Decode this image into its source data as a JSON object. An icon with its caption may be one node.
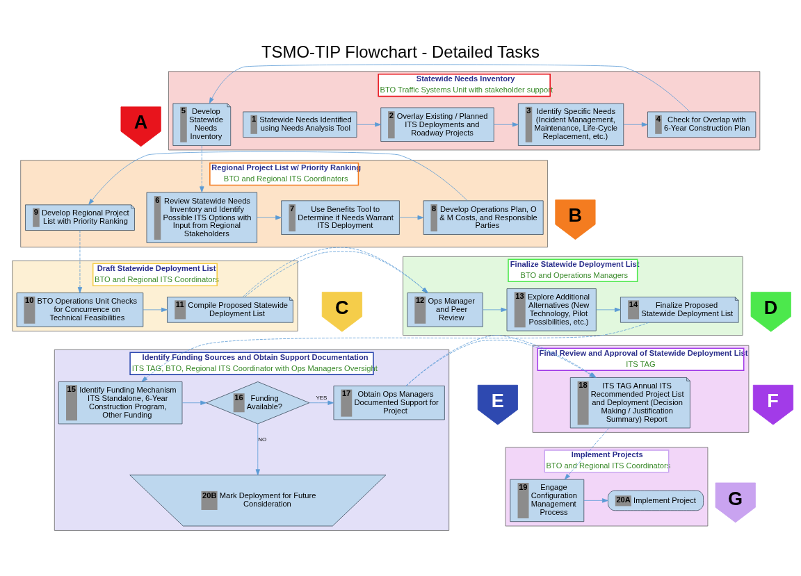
{
  "diagram": {
    "title": "TSMO-TIP Flowchart - Detailed Tasks",
    "nodes": [
      {
        "text": [
          "A"
        ]
      },
      {
        "text": [
          "Statewide Needs Inventory",
          "BTO Traffic Systems Unit with stakeholder support"
        ]
      },
      {
        "text": [
          "1",
          "Statewide Needs Identified using Needs Analysis Tool"
        ],
        "in": 1
      },
      {
        "text": [
          "2",
          "Overlay Existing / Planned ITS Deployments and Roadway Projects"
        ],
        "in": 1
      },
      {
        "text": [
          "3",
          "Identify Specific Needs (Incident Management, Maintenance, Life-Cycle Replacement, etc.)"
        ],
        "in": 1
      },
      {
        "text": [
          "4",
          "Check for Overlap with 6-Year Construction Plan"
        ],
        "in": 1
      },
      {
        "text": [
          "5",
          "Develop Statewide Needs Inventory"
        ],
        "in": 1
      },
      {
        "text": [
          "B"
        ]
      },
      {
        "text": [
          "Regional Project List w/ Priority Ranking",
          "BTO and Regional ITS Coordinators"
        ]
      },
      {
        "text": [
          "6",
          "Review Statewide Needs Inventory and Identify Possible ITS Options with Input from Regional Stakeholders"
        ],
        "in": 8
      },
      {
        "text": [
          "7",
          "Use Benefits Tool to Determine if Needs Warrant ITS Deployment"
        ],
        "in": 8
      },
      {
        "text": [
          "8",
          "Develop Operations Plan, O & M Costs, and Responsible Parties"
        ],
        "in": 8
      },
      {
        "text": [
          "9",
          "Develop Regional Project List with Priority Ranking"
        ],
        "in": 8
      },
      {
        "text": [
          "C"
        ]
      },
      {
        "text": [
          "Draft Statewide Deployment List",
          "BTO and Regional ITS Coordinators"
        ]
      },
      {
        "text": [
          "10",
          "BTO Operations Unit Checks for Concurrence on Technical Feasibilities"
        ],
        "in": 14
      },
      {
        "text": [
          "11",
          "Compile Proposed Statewide Deployment List"
        ],
        "in": 14
      },
      {
        "text": [
          "Finalize Statewide Deployment List",
          "BTO and Operations Managers"
        ]
      },
      {
        "text": [
          "12",
          "Ops Manager and Peer Review"
        ],
        "in": 17
      },
      {
        "text": [
          "13",
          "Explore Additional Alternatives (New Technology, Pilot Possibilities, etc.)"
        ],
        "in": 17
      },
      {
        "text": [
          "14",
          "Finalize Proposed Statewide Deployment List"
        ],
        "in": 17
      },
      {
        "text": [
          "D"
        ]
      },
      {
        "text": [
          "E"
        ]
      },
      {
        "text": [
          "Identify Funding Sources and Obtain Support Documentation",
          "ITS TAG, BTO, Regional ITS Coordinator with Ops Managers Oversight"
        ]
      },
      {
        "text": [
          "15",
          "Identify Funding Mechanism ITS Standalone, 6-Year Construction Program, Other Funding"
        ],
        "in": 23
      },
      {
        "text": [
          "16",
          "Funding Available?"
        ],
        "in": 23
      },
      {
        "text": [
          "17",
          "Obtain Ops Managers Documented Support for Project"
        ],
        "in": 23
      },
      {
        "text": [
          "20B",
          "Mark Deployment for Future Consideration"
        ],
        "in": 23
      },
      {
        "text": [
          "Final Review and Approval of Statewide Deployment List",
          "ITS TAG"
        ]
      },
      {
        "text": [
          "18",
          "ITS TAG Annual ITS Recommended Project List and Deployment (Decision Making / Justification Summary) Report"
        ],
        "in": 28
      },
      {
        "text": [
          "F"
        ]
      },
      {
        "text": [
          "Implement Projects",
          "BTO and Regional ITS Coordinators"
        ]
      },
      {
        "text": [
          "19",
          "Engage Configuration Management Process"
        ],
        "in": 31
      },
      {
        "text": [
          "20A",
          "Implement Project"
        ],
        "in": 31
      },
      {
        "text": [
          "G"
        ]
      }
    ],
    "edges": [
      {
        "from": 2,
        "to": 3,
        "arrow": "to"
      },
      {
        "from": 3,
        "to": 4,
        "arrow": "to"
      },
      {
        "from": 4,
        "to": 5,
        "arrow": "to"
      },
      {
        "from": 5,
        "to": 6,
        "arrow": "to"
      },
      {
        "from": 6,
        "to": 9,
        "arrow": "to",
        "style": "dashed"
      },
      {
        "from": 9,
        "to": 10,
        "arrow": "to"
      },
      {
        "from": 10,
        "to": 11,
        "arrow": "to"
      },
      {
        "from": 11,
        "to": 12,
        "arrow": "to"
      },
      {
        "from": 12,
        "to": 15,
        "arrow": "to",
        "style": "dashed"
      },
      {
        "from": 15,
        "to": 16,
        "arrow": "to"
      },
      {
        "from": 16,
        "to": 18,
        "arrow": "to",
        "style": "dashed"
      },
      {
        "from": 18,
        "to": 19,
        "arrow": "to"
      },
      {
        "from": 19,
        "to": 20,
        "arrow": "to"
      },
      {
        "from": 20,
        "to": 24,
        "arrow": "to",
        "style": "dashed"
      },
      {
        "from": 24,
        "to": 25,
        "arrow": "to"
      },
      {
        "from": 25,
        "to": 26,
        "arrow": "to",
        "label": "YES"
      },
      {
        "from": 25,
        "to": 27,
        "arrow": "to",
        "label": "NO"
      },
      {
        "from": 26,
        "to": 29,
        "arrow": "to",
        "style": "dashed"
      },
      {
        "from": 29,
        "to": 32,
        "arrow": "to",
        "style": "dashed"
      },
      {
        "from": 32,
        "to": 33,
        "arrow": "to"
      }
    ]
  }
}
